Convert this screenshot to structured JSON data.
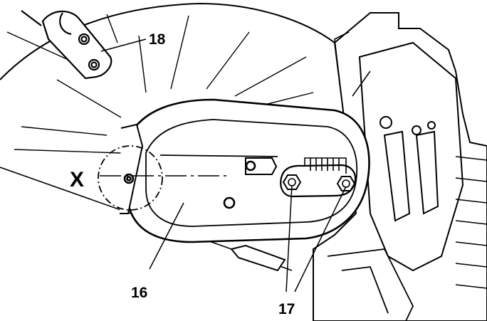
{
  "callouts": {
    "part_18": "18",
    "detail_x": "X",
    "part_16": "16",
    "part_17": "17"
  },
  "colors": {
    "line": "#000000",
    "background": "#ffffff",
    "panel_gray": "#d9d9d9"
  }
}
